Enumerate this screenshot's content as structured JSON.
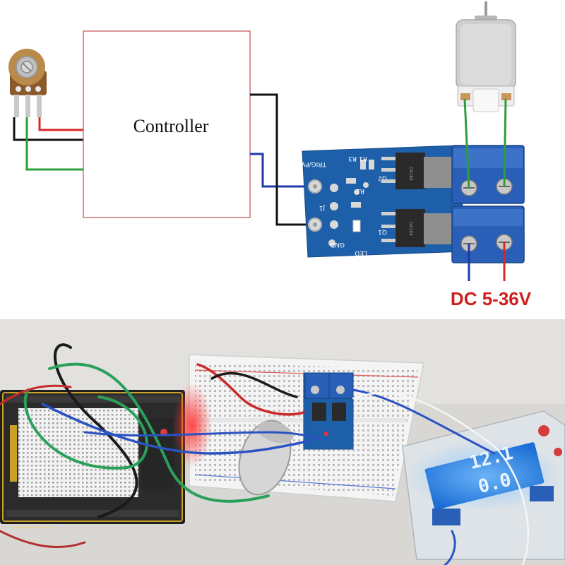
{
  "diagram": {
    "controller_label": "Controller",
    "supply_label": "DC 5-36V",
    "module_silkscreen": {
      "trig_pwm": "TRIG/PWM",
      "r_labels": "R1 R3",
      "j1": "J1",
      "gnd": "GND",
      "led": "LED",
      "r2": "R2",
      "q1": "Q1",
      "q2": "Q2"
    }
  },
  "colors": {
    "wire_red": "#d62828",
    "wire_black": "#111111",
    "wire_green": "#2e9e3c",
    "wire_blue": "#1f3aa8",
    "pcb_blue": "#1d5fa8",
    "terminal_blue": "#2a5fb8",
    "supply_label": "#d01f1f",
    "controller_border": "#c0504d"
  }
}
